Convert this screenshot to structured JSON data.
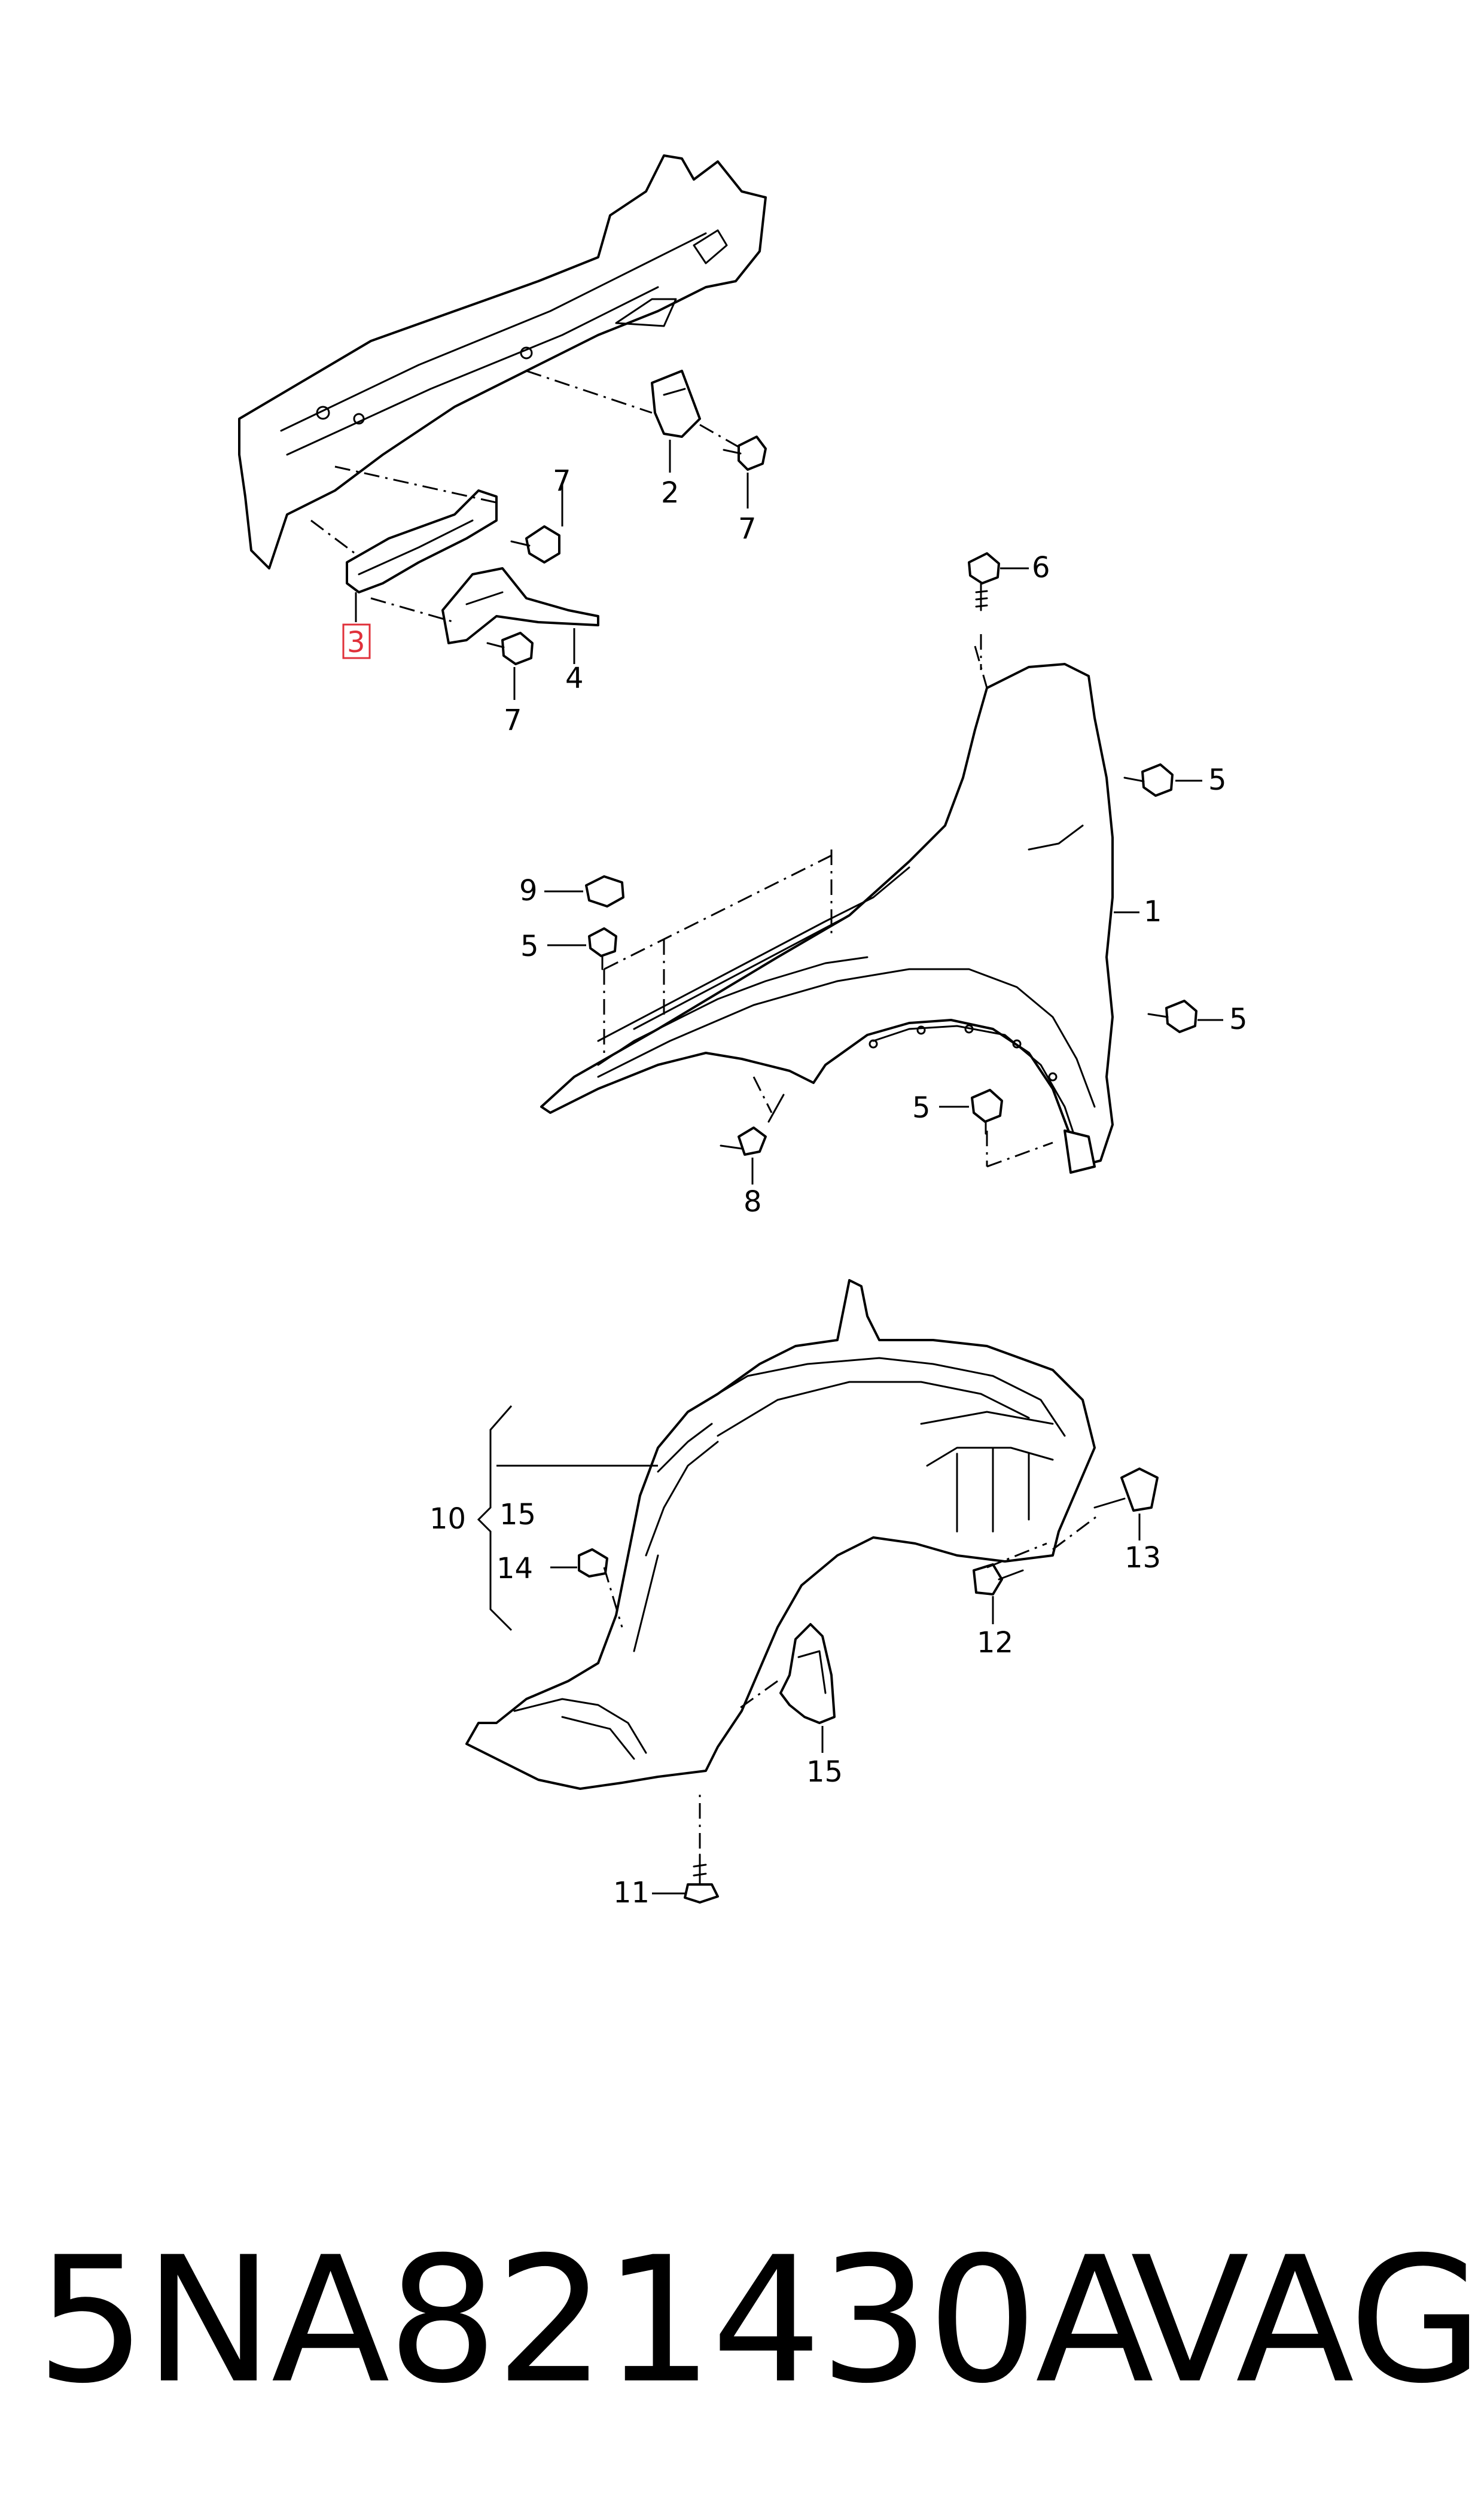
{
  "footer": {
    "part_number": "5NA821430A",
    "brand": "VAG"
  },
  "callouts": {
    "c1": "1",
    "c2": "2",
    "c3": "3",
    "c4": "4",
    "c5a": "5",
    "c5b": "5",
    "c5c": "5",
    "c5d": "5",
    "c6": "6",
    "c7a": "7",
    "c7b": "7",
    "c7c": "7",
    "c8": "8",
    "c9": "9",
    "c10": "10",
    "c11": "11",
    "c12": "12",
    "c13": "13",
    "c14": "14",
    "c15a": "15",
    "c15b": "15"
  },
  "highlight": {
    "callout": "3",
    "color": "#e0303a"
  }
}
